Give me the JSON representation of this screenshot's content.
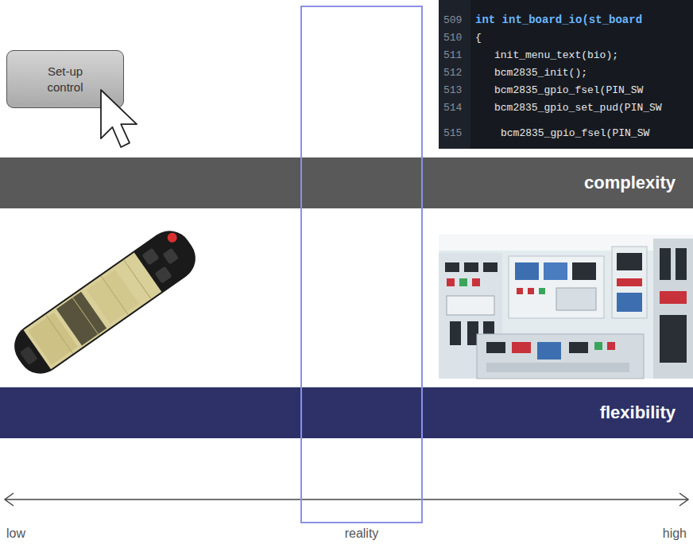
{
  "diagram": {
    "nodes": [
      {
        "text": [
          "Set-up control"
        ]
      },
      {
        "text": [
          "complexity"
        ]
      },
      {
        "text": [
          "flexibility"
        ]
      }
    ],
    "labels": [
      "509",
      "int int_board_io(st_board",
      "510",
      "{",
      "511",
      "init_menu_text(bio);",
      "512",
      "bcm2835_init();",
      "513",
      "bcm2835_gpio_fsel(PIN_SW",
      "514",
      "bcm2835_gpio_set_pud(PIN_SW",
      "515",
      "bcm2835_gpio_fsel(PIN_SW",
      "low",
      "reality",
      "high"
    ]
  }
}
